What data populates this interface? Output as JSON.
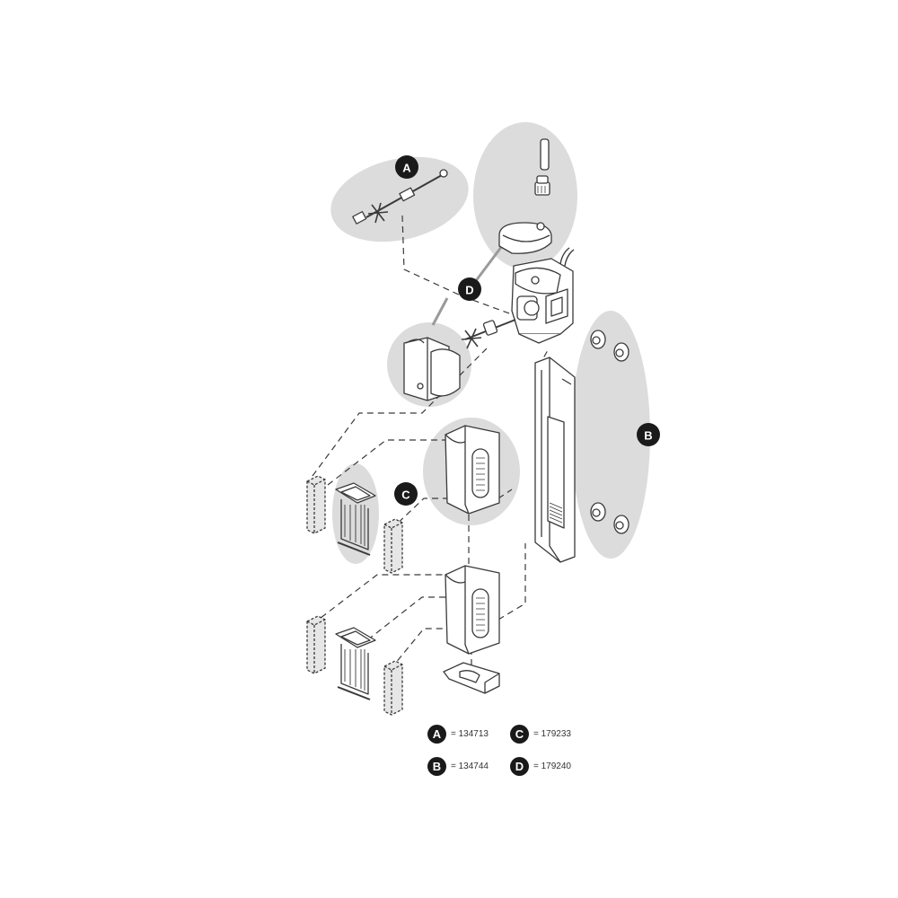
{
  "callouts": {
    "a": "A",
    "b": "B",
    "c": "C",
    "d": "D"
  },
  "legend": [
    {
      "letter": "A",
      "eq": "=",
      "code": "134713"
    },
    {
      "letter": "C",
      "eq": "=",
      "code": "179233"
    },
    {
      "letter": "B",
      "eq": "=",
      "code": "134744"
    },
    {
      "letter": "D",
      "eq": "=",
      "code": "179240"
    }
  ],
  "colors": {
    "highlight": "#dcdcdc",
    "line": "#3a3a3a",
    "badge": "#1a1a1a"
  }
}
